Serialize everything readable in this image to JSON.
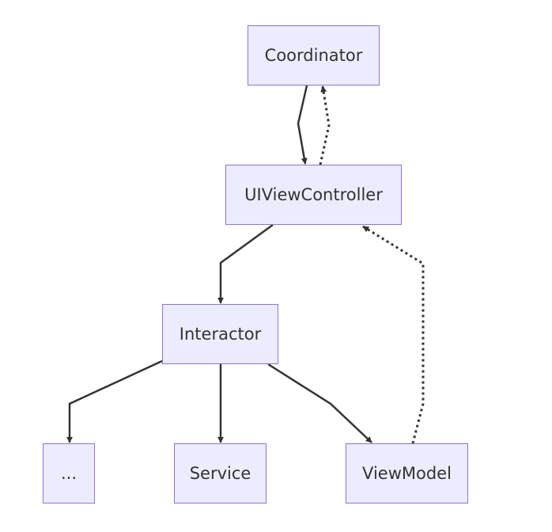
{
  "diagram": {
    "nodes": {
      "coordinator": "Coordinator",
      "uiviewcontroller": "UIViewController",
      "interactor": "Interactor",
      "ellipsis": "...",
      "service": "Service",
      "viewmodel": "ViewModel"
    },
    "edges": [
      {
        "from": "Coordinator",
        "to": "UIViewController",
        "style": "solid"
      },
      {
        "from": "UIViewController",
        "to": "Coordinator",
        "style": "dotted"
      },
      {
        "from": "UIViewController",
        "to": "Interactor",
        "style": "solid"
      },
      {
        "from": "Interactor",
        "to": "...",
        "style": "solid"
      },
      {
        "from": "Interactor",
        "to": "Service",
        "style": "solid"
      },
      {
        "from": "Interactor",
        "to": "ViewModel",
        "style": "solid"
      },
      {
        "from": "ViewModel",
        "to": "UIViewController",
        "style": "dotted"
      }
    ],
    "colors": {
      "node_fill": "#ECECFF",
      "node_border": "#9370DB",
      "edge": "#333333",
      "text": "#333333"
    }
  }
}
